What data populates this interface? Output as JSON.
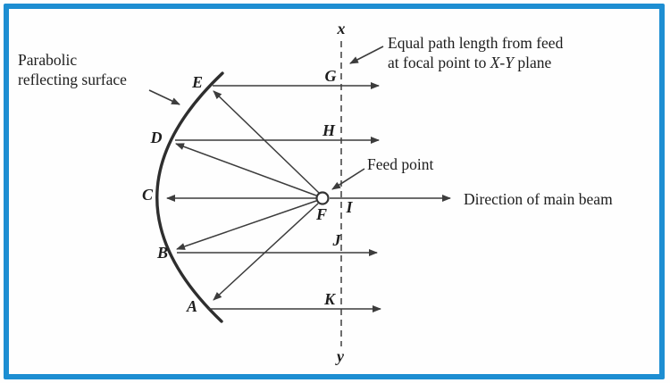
{
  "figure": {
    "border_color": "#1d8ed2",
    "line_color": "#3c3c3c",
    "text_color": "#1d1d1d",
    "labels": {
      "parabolic_line1": "Parabolic",
      "parabolic_line2": "reflecting surface",
      "equal_path_line1": "Equal path length from feed",
      "equal_path_line2_pre": "at focal point to ",
      "equal_path_line2_em": "X-Y",
      "equal_path_line2_post": " plane",
      "feed_point": "Feed point",
      "main_beam": "Direction of main beam"
    },
    "points": {
      "A": "A",
      "B": "B",
      "C": "C",
      "D": "D",
      "E": "E",
      "F": "F",
      "G": "G",
      "H": "H",
      "I": "I",
      "J": "J",
      "K": "K"
    },
    "axes": {
      "top": "x",
      "bottom": "y"
    }
  }
}
